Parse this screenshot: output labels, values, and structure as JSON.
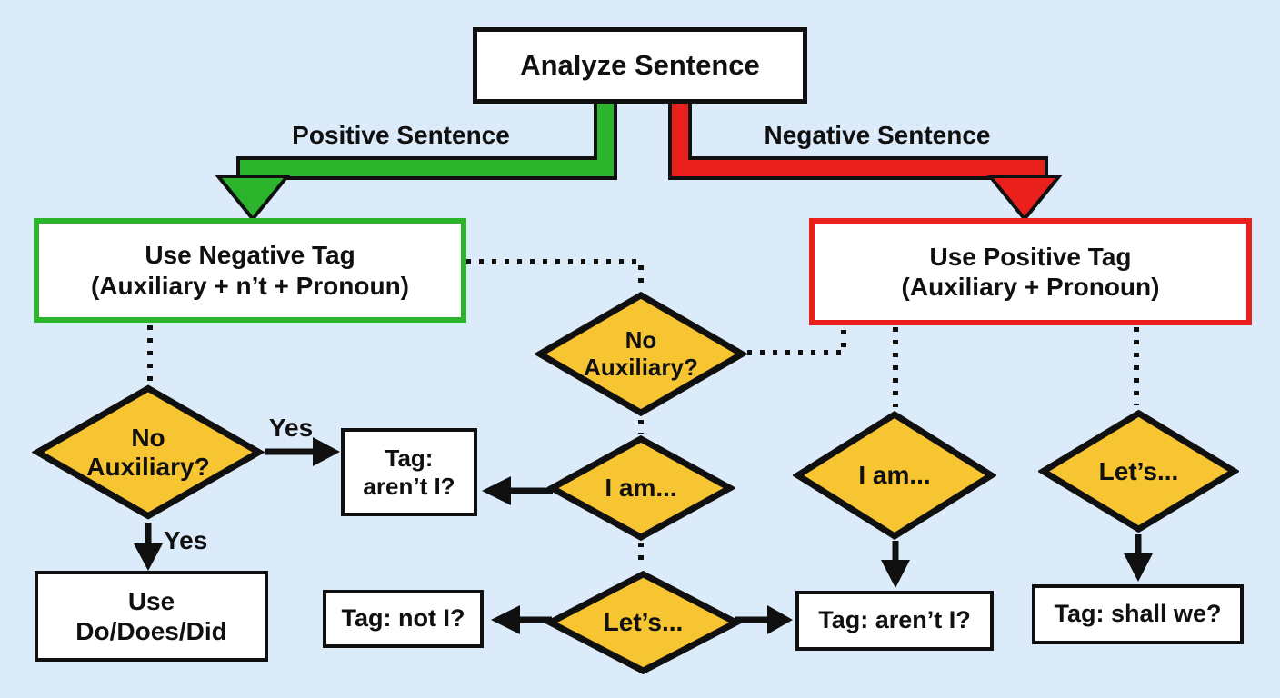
{
  "palette": {
    "background": "#dcebfa",
    "positive_branch_green": "#2cb52c",
    "negative_branch_red": "#e9201c",
    "decision_yellow": "#f6c531",
    "ink": "#101010",
    "node_background": "#ffffff"
  },
  "title": {
    "label": "Analyze Sentence"
  },
  "branch_labels": {
    "positive": "Positive Sentence",
    "negative": "Negative Sentence"
  },
  "boxes": {
    "use_negative_tag": {
      "line1": "Use Negative Tag",
      "line2": "(Auxiliary + n’t + Pronoun)"
    },
    "use_positive_tag": {
      "line1": "Use Positive Tag",
      "line2": "(Auxiliary + Pronoun)"
    },
    "tag_arent_i_left": {
      "line1": "Tag:",
      "line2": "aren’t I?"
    },
    "use_do_does_did": {
      "line1": "Use",
      "line2": "Do/Does/Did"
    },
    "tag_not_i": {
      "label": "Tag: not I?"
    },
    "tag_arent_i_right": {
      "label": "Tag: aren’t I?"
    },
    "tag_shall_we": {
      "label": "Tag: shall we?"
    }
  },
  "diamonds": {
    "no_auxiliary_left": {
      "line1": "No",
      "line2": "Auxiliary?"
    },
    "no_auxiliary_mid": {
      "line1": "No",
      "line2": "Auxiliary?"
    },
    "i_am_mid": {
      "label": "I am..."
    },
    "i_am_right": {
      "label": "I am..."
    },
    "lets_mid": {
      "label": "Let’s..."
    },
    "lets_right": {
      "label": "Let’s..."
    }
  },
  "edge_labels": {
    "yes_right": "Yes",
    "yes_down": "Yes"
  }
}
